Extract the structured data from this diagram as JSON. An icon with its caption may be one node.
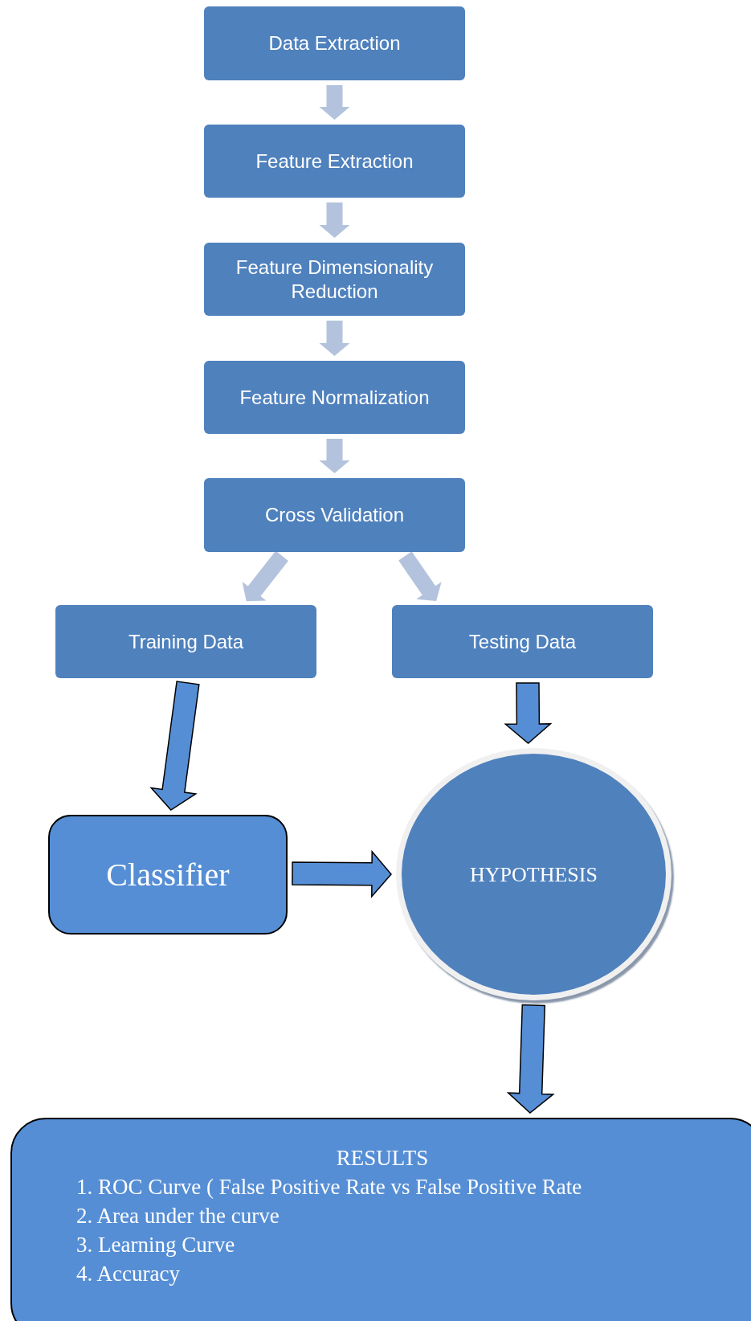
{
  "diagram": {
    "nodes": [
      {
        "text": [
          "Data Extraction"
        ]
      },
      {
        "text": [
          "Feature Extraction"
        ]
      },
      {
        "text": [
          "Feature Dimensionality Reduction"
        ]
      },
      {
        "text": [
          "Feature Normalization"
        ]
      },
      {
        "text": [
          "Cross Validation"
        ]
      },
      {
        "text": [
          "Training Data"
        ]
      },
      {
        "text": [
          "Testing Data"
        ]
      },
      {
        "text": [
          "Classifier"
        ]
      },
      {
        "text": [
          "HYPOTHESIS"
        ]
      },
      {
        "text": [
          "RESULTS",
          "1. ROC Curve ( False Positive Rate vs False Positive Rate",
          "2. Area under the curve",
          "3. Learning Curve",
          "4. Accuracy"
        ]
      }
    ],
    "edges": [
      {
        "from": 0,
        "to": 1,
        "arrow": "to"
      },
      {
        "from": 1,
        "to": 2,
        "arrow": "to"
      },
      {
        "from": 2,
        "to": 3,
        "arrow": "to"
      },
      {
        "from": 3,
        "to": 4,
        "arrow": "to"
      },
      {
        "from": 4,
        "to": 5,
        "arrow": "to"
      },
      {
        "from": 4,
        "to": 6,
        "arrow": "to"
      },
      {
        "from": 5,
        "to": 7,
        "arrow": "to",
        "style": "thick",
        "color": "#558ed5"
      },
      {
        "from": 7,
        "to": 8,
        "arrow": "to",
        "style": "thick",
        "color": "#558ed5"
      },
      {
        "from": 6,
        "to": 8,
        "arrow": "to",
        "style": "thick",
        "color": "#558ed5"
      },
      {
        "from": 8,
        "to": 9,
        "arrow": "to",
        "style": "thick",
        "color": "#558ed5"
      }
    ]
  }
}
